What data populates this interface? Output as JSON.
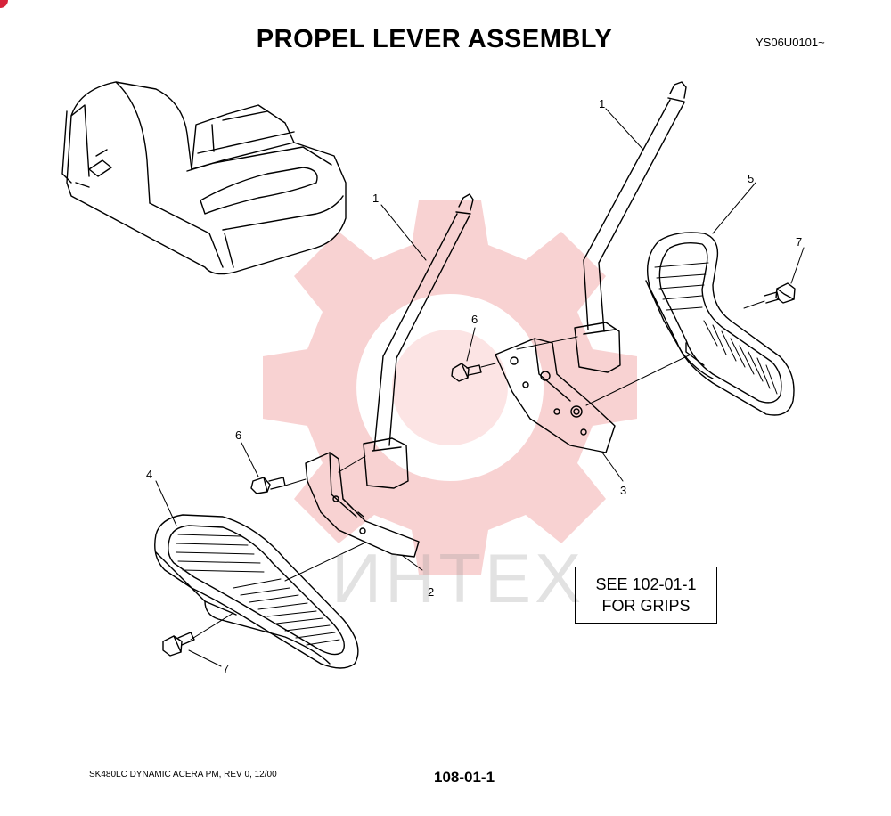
{
  "title": "PROPEL LEVER ASSEMBLY",
  "code": "YS06U0101~",
  "callouts": [
    {
      "id": "c1a",
      "label": "1"
    },
    {
      "id": "c1b",
      "label": "1"
    },
    {
      "id": "c2",
      "label": "2"
    },
    {
      "id": "c3",
      "label": "3"
    },
    {
      "id": "c4",
      "label": "4"
    },
    {
      "id": "c5",
      "label": "5"
    },
    {
      "id": "c6a",
      "label": "6"
    },
    {
      "id": "c6b",
      "label": "6"
    },
    {
      "id": "c7a",
      "label": "7"
    },
    {
      "id": "c7b",
      "label": "7"
    }
  ],
  "note": {
    "line1": "SEE 102-01-1",
    "line2": "FOR GRIPS"
  },
  "footer": {
    "left": "SK480LC DYNAMIC ACERA PM, REV 0, 12/00",
    "page": "108-01-1"
  },
  "watermark": {
    "text": "ИНТЕХ",
    "color": "#f3b6b6"
  },
  "colors": {
    "line": "#000000",
    "accent": "#d6233a"
  }
}
